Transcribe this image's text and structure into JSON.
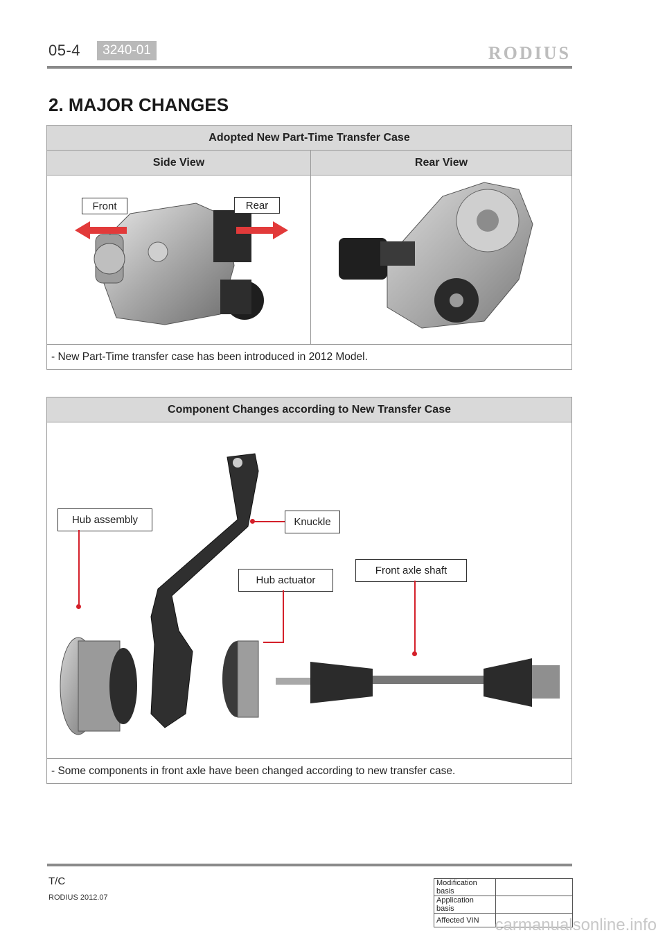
{
  "header": {
    "page_number": "05-4",
    "code": "3240-01",
    "brand": "RODIUS"
  },
  "section_title": "2. MAJOR CHANGES",
  "table1": {
    "title": "Adopted New Part-Time Transfer Case",
    "col_left": "Side View",
    "col_right": "Rear View",
    "side_labels": {
      "front": "Front",
      "rear": "Rear"
    },
    "note": "- New Part-Time transfer case has been introduced in 2012 Model."
  },
  "table2": {
    "title": "Component Changes according to New Transfer Case",
    "labels": {
      "hub_assembly": "Hub assembly",
      "knuckle": "Knuckle",
      "hub_actuator": "Hub actuator",
      "front_axle_shaft": "Front axle shaft"
    },
    "note": "- Some components in front axle have been changed according to new transfer case."
  },
  "footer": {
    "tc": "T/C",
    "model": "RODIUS 2012.07",
    "meta_rows": [
      "Modification basis",
      "Application basis",
      "Affected VIN"
    ],
    "watermark": "carmanualsonline.info"
  },
  "colors": {
    "accent_red": "#d4202a",
    "header_gray": "#d9d9d9"
  }
}
